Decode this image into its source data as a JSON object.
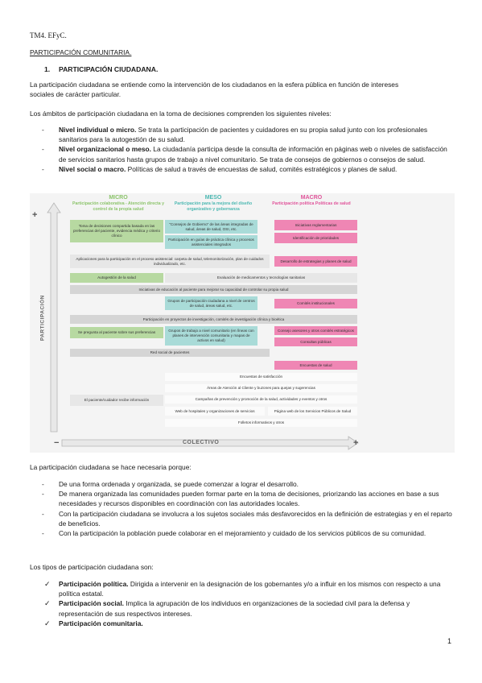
{
  "header": "TM4. EFyC.",
  "section": "PARTICIPACIÓN COMUNITARIA.",
  "heading": {
    "number": "1.",
    "title": "PARTICIPACIÓN CIUDADANA."
  },
  "intro_line1": "La participación ciudadana se entiende como la intervención de los ciudadanos en la esfera pública en función de intereses",
  "intro_line2": "sociales de carácter particular.",
  "ambitos": "Los ámbitos de participación ciudadana en la toma de decisiones comprenden los siguientes niveles:",
  "niveles": [
    {
      "bold": "Nivel individual o micro.",
      "text": " Se trata la participación de pacientes y cuidadores en su propia salud junto con los profesionales sanitarios para la autogestión de su salud."
    },
    {
      "bold": "Nivel organizacional o meso.",
      "text": " La ciudadanía participa desde la consulta de información en páginas web o niveles de satisfacción de servicios sanitarios hasta grupos de trabajo a nivel comunitario. Se trata de consejos de gobiernos o consejos de salud."
    },
    {
      "bold": "Nivel social o macro.",
      "text": " Políticas de salud a través de encuestas de salud, comités estratégicos y planes de salud."
    }
  ],
  "figure": {
    "axis_y": "PARTICIPACIÓN",
    "axis_x": "COLECTIVO",
    "plus": "+",
    "minus": "−",
    "columns": [
      {
        "title": "MICRO",
        "subtitle": "Participación colaborativa - Atención directa y control de la propia salud",
        "color": "#8cc46b"
      },
      {
        "title": "MESO",
        "subtitle": "Participación para la mejora del diseño organizativo y gobernanza",
        "color": "#4cb8b2"
      },
      {
        "title": "MACRO",
        "subtitle": "Participación política Políticas de salud",
        "color": "#e0539a"
      }
    ],
    "cells": {
      "c1": "Toma de decisiones compartida basada en las preferencias del paciente, evidencia médica y criterio clínico",
      "c2": "\"Consejos de Gobierno\" de las áreas integradas de salud, áreas de salud, OSI, etc.",
      "c3": "Iniciativas reglamentarias",
      "c4": "Participación en guías de práctica clínica y procesos asistenciales integrados",
      "c5": "Identificación de prioridades",
      "c6": "Aplicaciones para la participación en el proceso asistencial: carpeta de salud, telemonitorización, plan de cuidados individualizado, etc.",
      "c7": "Desarrollo de estrategias y planes de salud",
      "c8": "Autogestión de la salud",
      "c9": "Evaluación de medicamentos y tecnologías sanitarias",
      "c10": "Iniciativas de educación al paciente para mejorar su capacidad de controlar su propia salud",
      "c11": "Grupos de participación ciudadana a nivel de centros de salud, áreas salud, etc.",
      "c12": "Comités institucionales",
      "c13": "Participación en proyectos de investigación, comités de investigación clínica y bioética",
      "c14": "Se pregunta al paciente sobre sus preferencias",
      "c15": "Grupos de trabajo a nivel comunitario (en líneas con planes de intervención comunitaria y mapas de activos en salud)",
      "c16": "Consejo asesores y otros comités estratégicos",
      "c17": "Consultas públicas",
      "c18": "Red social de pacientes",
      "c19": "Encuestas de salud",
      "c20": "Encuestas de satisfacción",
      "c21": "Áreas de Atención al Cliente y buzones para quejas y sugerencias",
      "c22": "El paciente/cuidador recibe información",
      "c23": "Campañas de prevención y promoción de la salud, actividades y eventos y otros",
      "c24": "Web de hospitales y organizaciones de servicios",
      "c25": "Página web de los Servicios Públicos de Salud",
      "c26": "Folletos informativos y otros"
    }
  },
  "porque": "La participación ciudadana se hace necesaria porque:",
  "razones": [
    "De una forma ordenada y organizada, se puede comenzar a lograr el desarrollo.",
    "De manera organizada las comunidades pueden formar parte en la toma de decisiones, priorizando las acciones en base a sus necesidades y recursos disponibles en coordinación con las autoridades locales.",
    "Con la participación ciudadana se involucra a los sujetos sociales más desfavorecidos en la definición de estrategias y en el reparto de beneficios.",
    "Con la participación la población puede colaborar en el mejoramiento y cuidado de los servicios públicos de su comunidad."
  ],
  "tipos_intro": "Los tipos de participación ciudadana son:",
  "tipos": [
    {
      "bold": "Participación política.",
      "text": " Dirigida a intervenir en la designación de los gobernantes y/o a influir en los mismos con respecto a una política estatal."
    },
    {
      "bold": "Participación social.",
      "text": " Implica la agrupación de los individuos en organizaciones de la sociedad civil para la defensa y representación de sus respectivos intereses."
    },
    {
      "bold": "Participación comunitaria.",
      "text": ""
    }
  ],
  "page_number": "1"
}
